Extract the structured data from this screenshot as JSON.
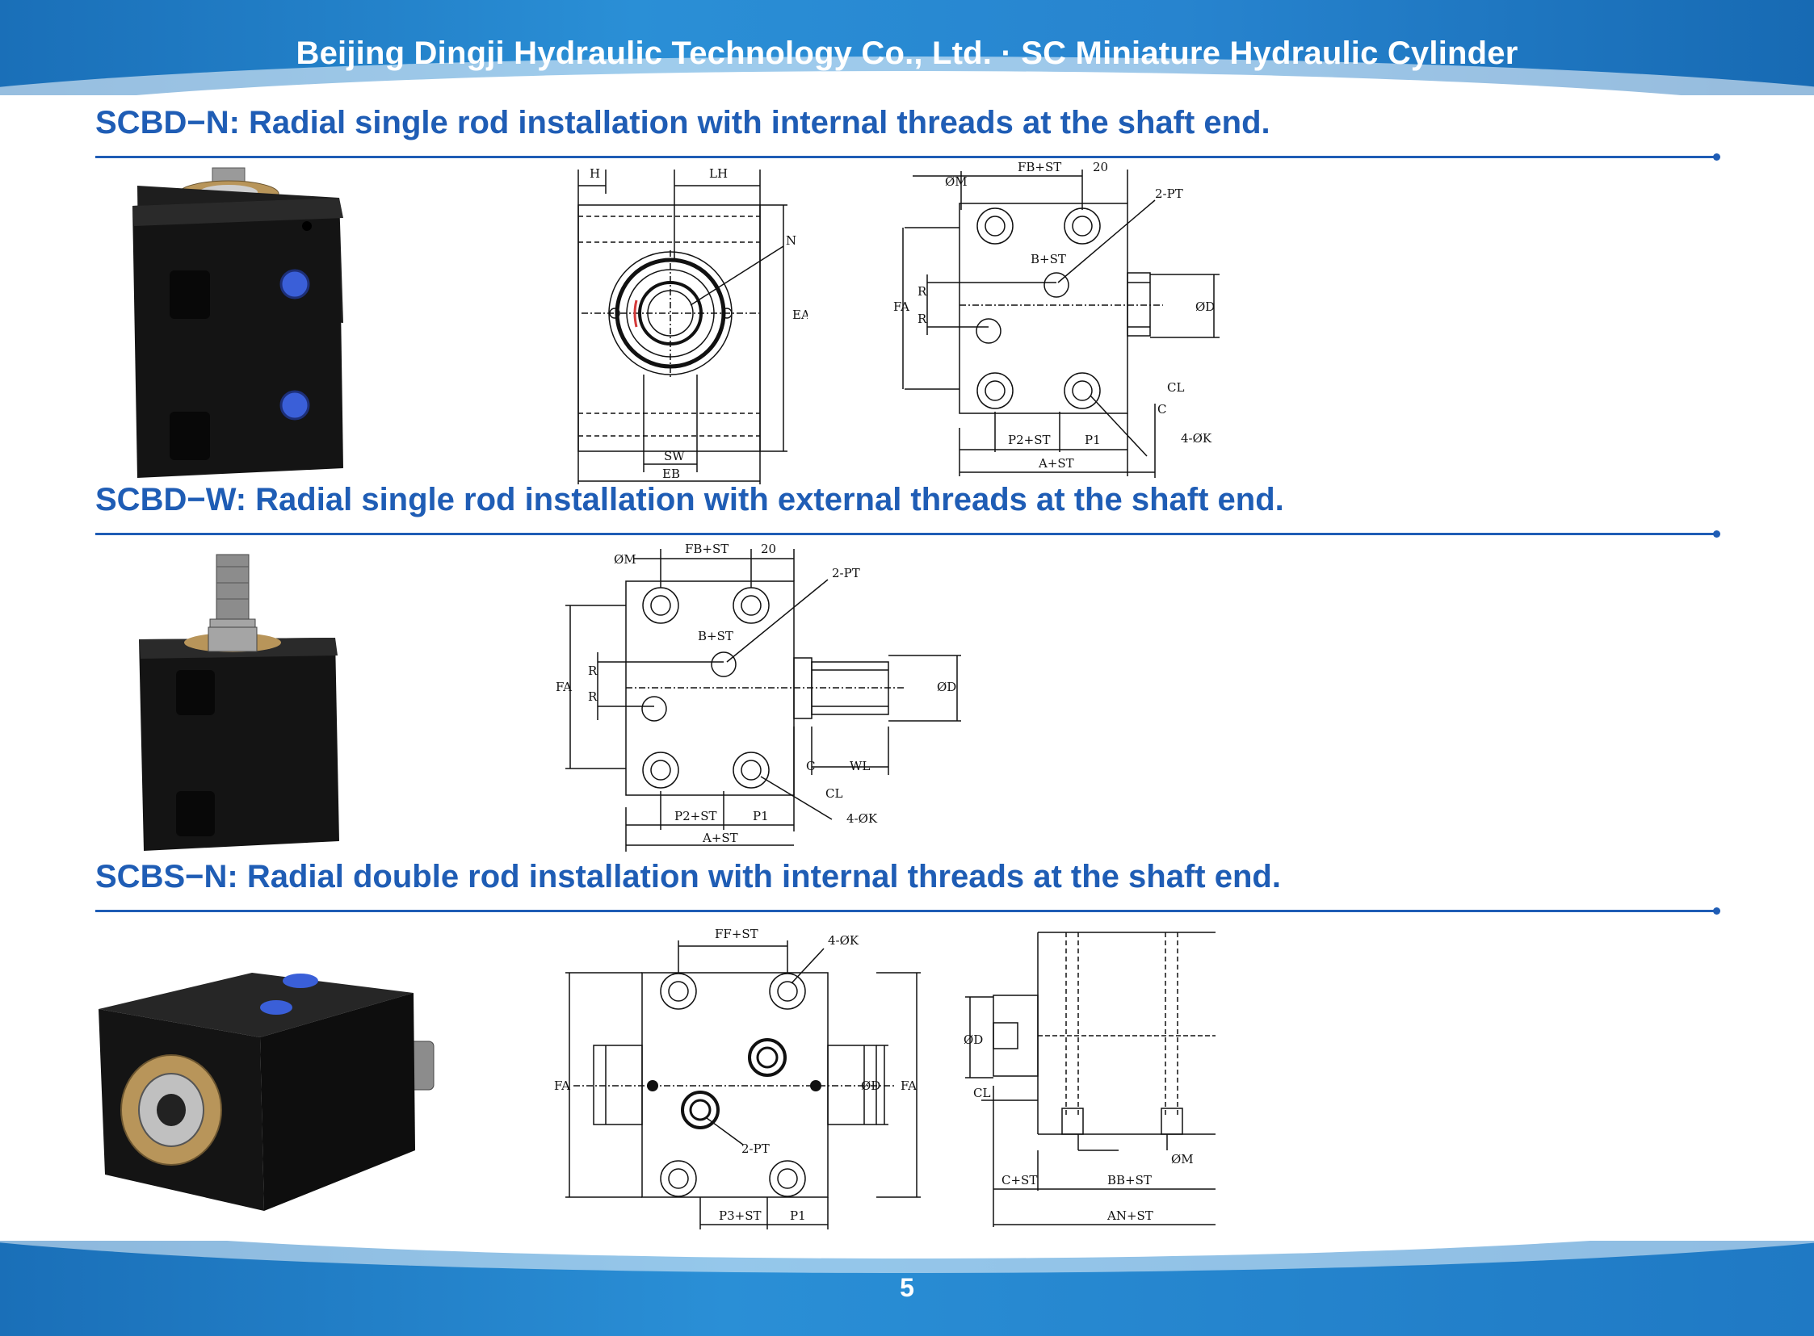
{
  "header": {
    "title": "Beijing Dingji Hydraulic Technology Co., Ltd.  ·  SC Miniature Hydraulic Cylinder"
  },
  "sections": [
    {
      "heading": "SCBD−N: Radial single rod installation with internal threads at the shaft end.",
      "front_labels": {
        "h": "H",
        "lh": "LH",
        "n": "N",
        "ea": "EA",
        "sw": "SW",
        "eb": "EB"
      },
      "side_labels": {
        "m": "ØM",
        "fb": "FB+ST",
        "d20": "20",
        "pt": "2-PT",
        "bst": "B+ST",
        "fa": "FA",
        "r1": "R",
        "r2": "R",
        "od": "ØD",
        "cl": "CL",
        "c": "C",
        "p2": "P2+ST",
        "p1": "P1",
        "k": "4-ØK",
        "ast": "A+ST"
      }
    },
    {
      "heading": "SCBD−W: Radial single rod installation with external threads at the shaft end.",
      "side_labels": {
        "m": "ØM",
        "fb": "FB+ST",
        "d20": "20",
        "pt": "2-PT",
        "bst": "B+ST",
        "fa": "FA",
        "r1": "R",
        "r2": "R",
        "od": "ØD",
        "c": "C",
        "wl": "WL",
        "cl": "CL",
        "p2": "P2+ST",
        "p1": "P1",
        "k": "4-ØK",
        "ast": "A+ST"
      }
    },
    {
      "heading": "SCBS−N: Radial double rod installation with internal threads at the shaft end.",
      "top_labels": {
        "ff": "FF+ST",
        "k": "4-ØK",
        "fa1": "FA",
        "od": "ØD",
        "fa2": "FA",
        "pt": "2-PT",
        "p3": "P3+ST",
        "p1": "P1"
      },
      "side_labels": {
        "od": "ØD",
        "cl": "CL",
        "m": "ØM",
        "cst": "C+ST",
        "bb": "BB+ST",
        "an": "AN+ST"
      }
    }
  ],
  "footer": {
    "page_number": "5"
  },
  "colors": {
    "brand_blue": "#1f5db5",
    "bar_blue": "#2a8fd6",
    "body_black": "#141414",
    "port_blue": "#3a5fd8",
    "brass": "#b8955a"
  }
}
